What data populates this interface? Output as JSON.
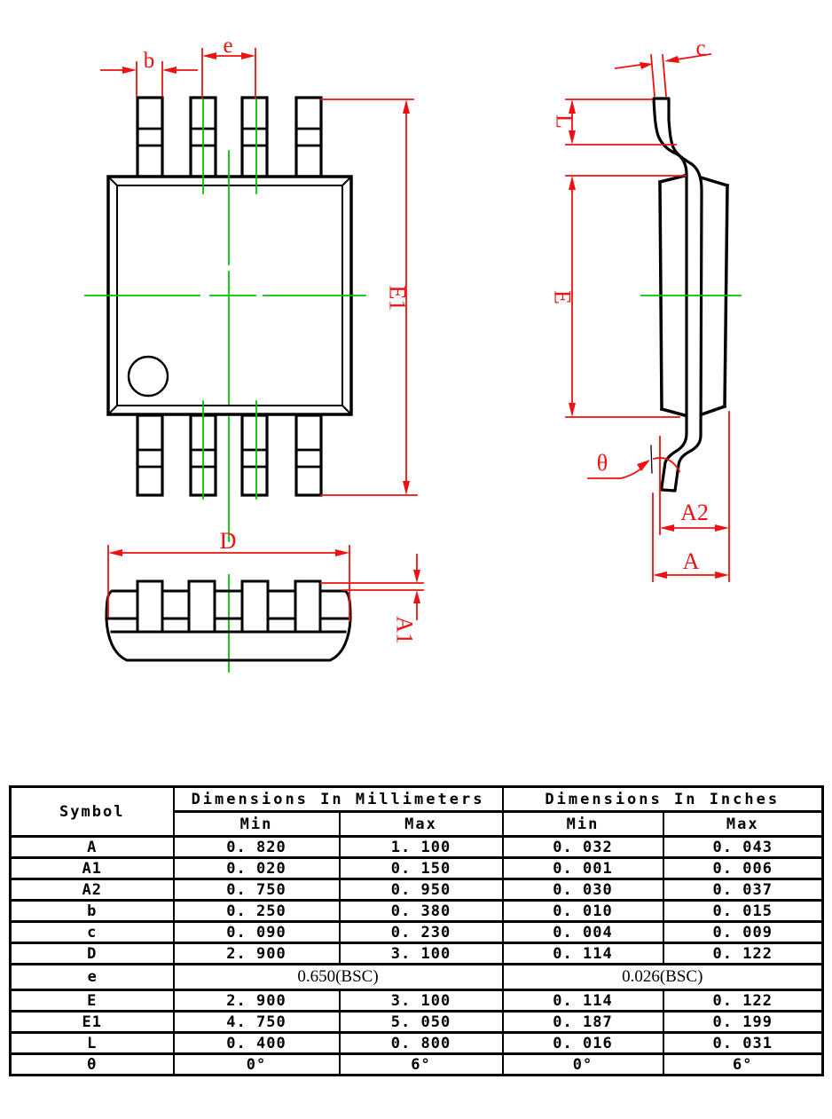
{
  "drawing": {
    "colors": {
      "outline": "#000000",
      "dimension": "#ee1111",
      "centerline": "#00c400"
    },
    "top_view": {
      "labels": {
        "pin_width": "b",
        "pin_pitch": "e",
        "body_height": "E1"
      }
    },
    "side_view": {
      "labels": {
        "lead_thickness": "c",
        "foot_length": "L",
        "body_width": "E",
        "lead_angle": "θ",
        "body_thickness": "A2",
        "overall_height": "A"
      }
    },
    "front_view": {
      "labels": {
        "body_length": "D",
        "standoff": "A1"
      }
    }
  },
  "table": {
    "headers": {
      "symbol": "Symbol",
      "mm_group": "Dimensions In Millimeters",
      "inch_group": "Dimensions In Inches",
      "min": "Min",
      "max": "Max"
    },
    "rows": [
      {
        "symbol": "A",
        "mm_min": "0. 820",
        "mm_max": "1. 100",
        "in_min": "0. 032",
        "in_max": "0. 043"
      },
      {
        "symbol": "A1",
        "mm_min": "0. 020",
        "mm_max": "0. 150",
        "in_min": "0. 001",
        "in_max": "0. 006"
      },
      {
        "symbol": "A2",
        "mm_min": "0. 750",
        "mm_max": "0. 950",
        "in_min": "0. 030",
        "in_max": "0. 037"
      },
      {
        "symbol": "b",
        "mm_min": "0. 250",
        "mm_max": "0. 380",
        "in_min": "0. 010",
        "in_max": "0. 015"
      },
      {
        "symbol": "c",
        "mm_min": "0. 090",
        "mm_max": "0. 230",
        "in_min": "0. 004",
        "in_max": "0. 009"
      },
      {
        "symbol": "D",
        "mm_min": "2. 900",
        "mm_max": "3. 100",
        "in_min": "0. 114",
        "in_max": "0. 122"
      },
      {
        "symbol": "e",
        "mm_span": "0.650(BSC)",
        "in_span": "0.026(BSC)"
      },
      {
        "symbol": "E",
        "mm_min": "2. 900",
        "mm_max": "3. 100",
        "in_min": "0. 114",
        "in_max": "0. 122"
      },
      {
        "symbol": "E1",
        "mm_min": "4. 750",
        "mm_max": "5. 050",
        "in_min": "0. 187",
        "in_max": "0. 199"
      },
      {
        "symbol": "L",
        "mm_min": "0. 400",
        "mm_max": "0. 800",
        "in_min": "0. 016",
        "in_max": "0. 031"
      },
      {
        "symbol": "θ",
        "mm_min": "0°",
        "mm_max": "6°",
        "in_min": "0°",
        "in_max": "6°"
      }
    ]
  }
}
